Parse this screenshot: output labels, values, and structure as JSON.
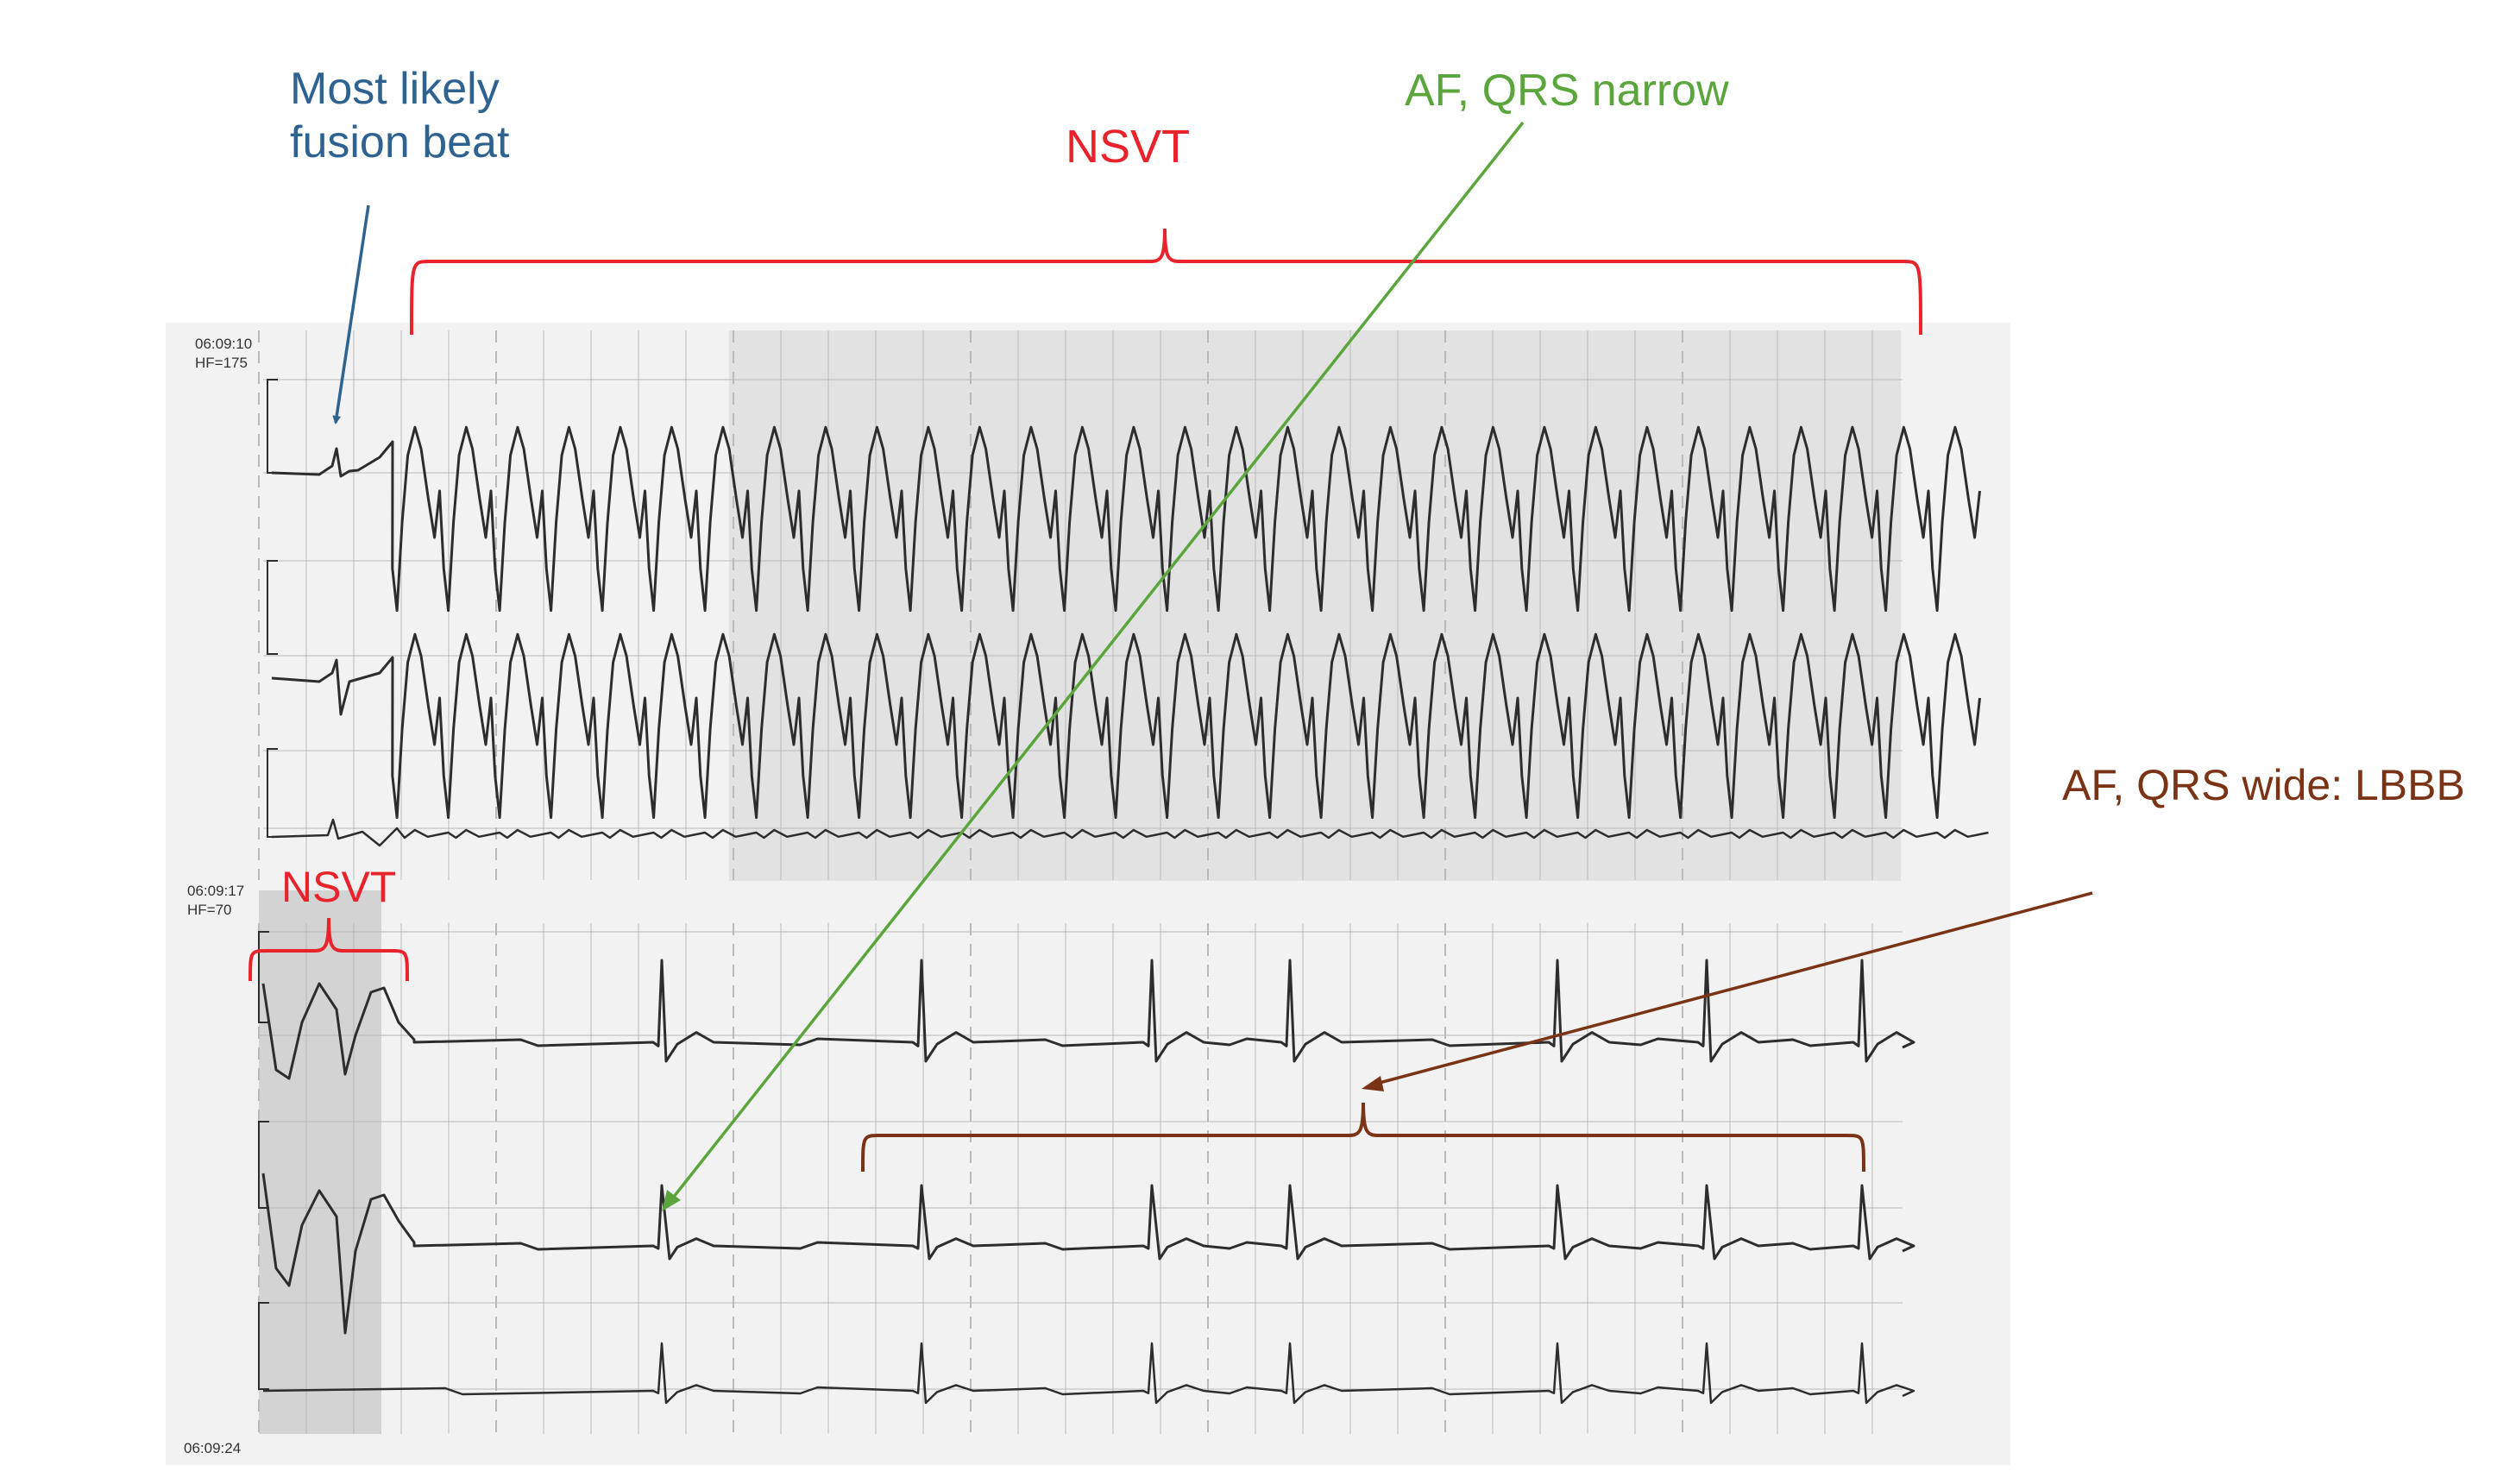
{
  "colors": {
    "nsvt": "#e8232b",
    "fusion": "#2e6391",
    "af_narrow": "#5ba63c",
    "af_wide": "#7a3415",
    "ecg_trace": "#2d2d2d",
    "paper": "#f2f2f2",
    "grid": "#b9b9b9",
    "shade": "#d3d3d3"
  },
  "strip_top": {
    "time": "06:09:10",
    "rate": "HF=175"
  },
  "strip_bottom": {
    "time": "06:09:17",
    "rate": "HF=70",
    "end_time": "06:09:24"
  },
  "annotations": {
    "fusion_line1": "Most likely",
    "fusion_line2": "fusion beat",
    "nsvt_top": "NSVT",
    "nsvt_bottom": "NSVT",
    "af_narrow": "AF, QRS narrow",
    "af_wide": "AF, QRS wide: LBBB"
  }
}
